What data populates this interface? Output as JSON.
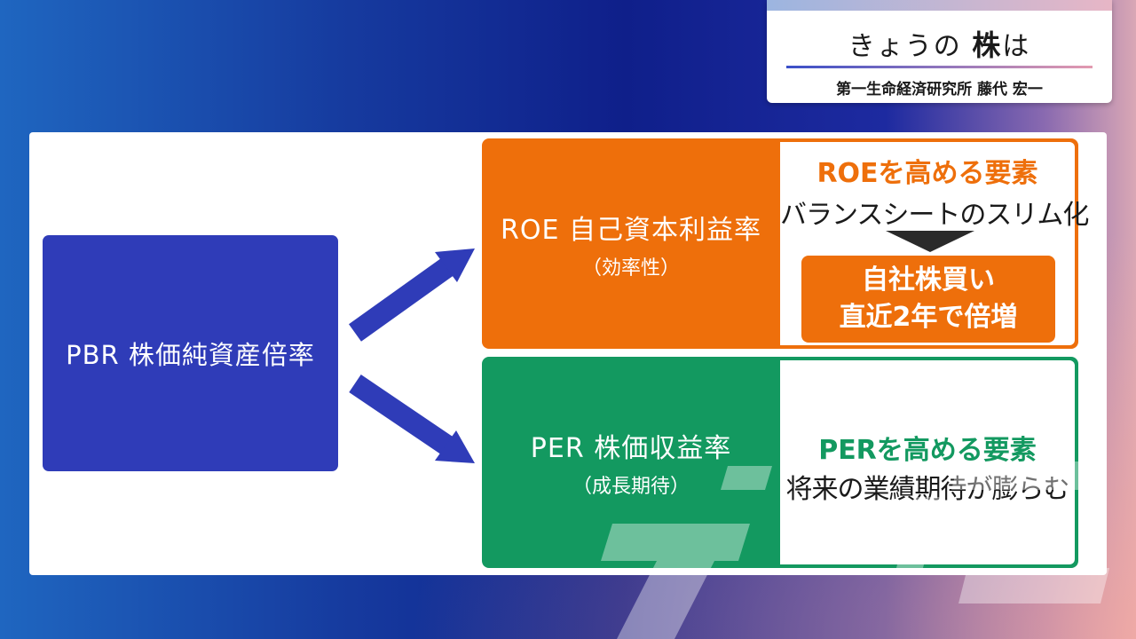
{
  "title_card": {
    "title_prefix": "きょうの",
    "title_emphasis": "株",
    "title_suffix": "は",
    "subtitle": "第一生命経済研究所 藤代 宏一"
  },
  "diagram": {
    "pbr": {
      "label": "PBR 株価純資産倍率"
    },
    "roe": {
      "name": "ROE 自己資本利益率",
      "desc": "（効率性）",
      "factors_title": "ROEを高める要素",
      "factor": "バランスシートのスリム化",
      "highlight_line1": "自社株買い",
      "highlight_line2": "直近2年で倍増"
    },
    "per": {
      "name": "PER 株価収益率",
      "desc": "（成長期待）",
      "factors_title": "PERを高める要素",
      "factor": "将来の業績期待が膨らむ"
    }
  },
  "colors": {
    "pbr": "#2f3cb8",
    "roe": "#ee6f0b",
    "per": "#139960",
    "arrow": "#2f3cb8"
  },
  "icons": {
    "arrow_up_right": "arrow-up-right-icon",
    "arrow_down_right": "arrow-down-right-icon",
    "arrow_down": "down-triangle-arrow-icon",
    "watermark": "channel-logo-watermark"
  }
}
